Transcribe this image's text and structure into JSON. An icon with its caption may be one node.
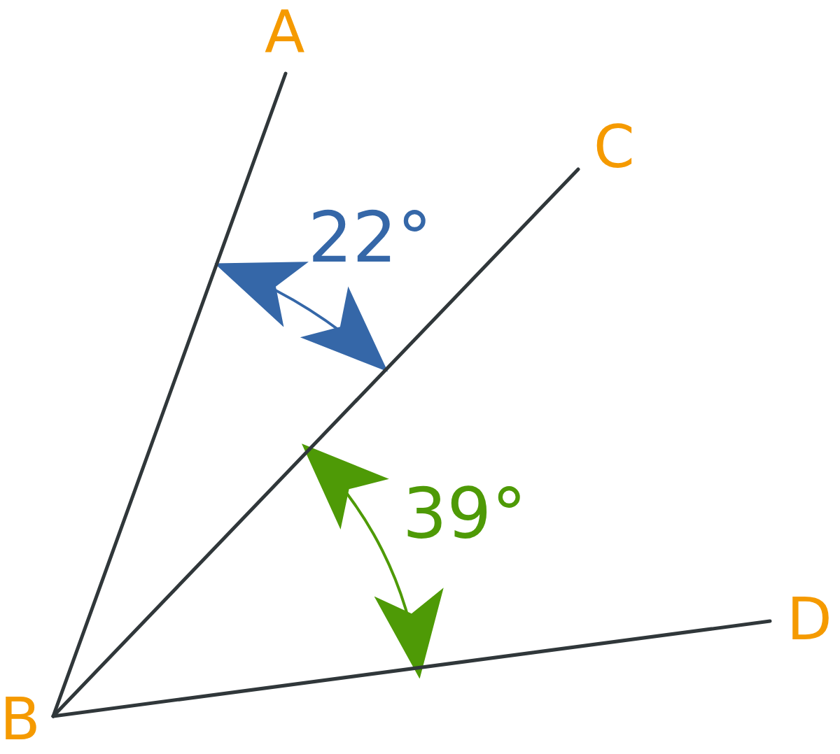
{
  "diagram": {
    "nodes": [
      {
        "text": [
          "A"
        ]
      },
      {
        "text": [
          "C"
        ]
      },
      {
        "text": [
          "D"
        ]
      },
      {
        "text": [
          "B"
        ]
      }
    ],
    "edges": [
      {
        "from": 3,
        "to": 0,
        "arrow": "none"
      },
      {
        "from": 3,
        "to": 1,
        "arrow": "none"
      },
      {
        "from": 3,
        "to": 2,
        "arrow": "none"
      }
    ],
    "labels": [
      "22°",
      "39°"
    ]
  }
}
